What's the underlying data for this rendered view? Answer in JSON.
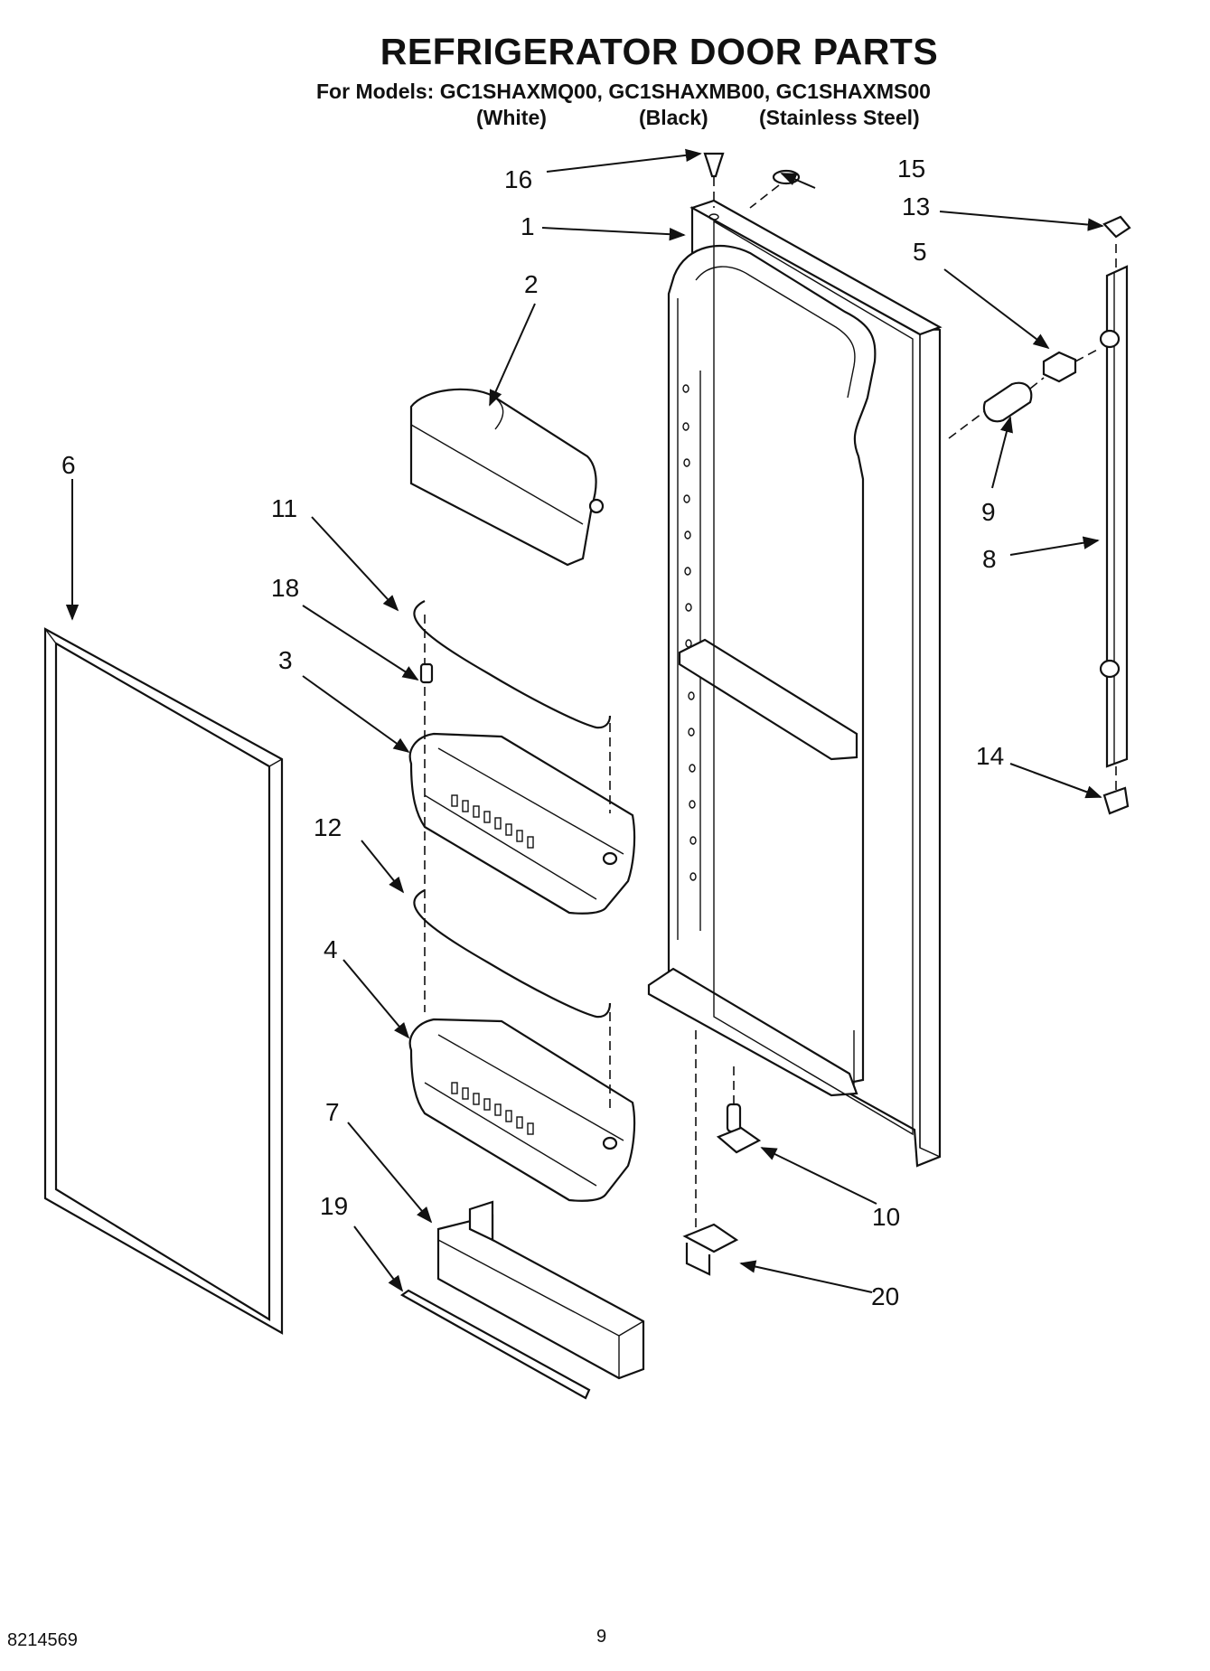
{
  "header": {
    "title": "REFRIGERATOR DOOR PARTS",
    "models_line": "For Models: GC1SHAXMQ00, GC1SHAXMB00, GC1SHAXMS00",
    "variants": [
      "(White)",
      "(Black)",
      "(Stainless Steel)"
    ]
  },
  "callouts": {
    "c1": "1",
    "c2": "2",
    "c3": "3",
    "c4": "4",
    "c5": "5",
    "c6": "6",
    "c7": "7",
    "c8": "8",
    "c9": "9",
    "c10": "10",
    "c11": "11",
    "c12": "12",
    "c13": "13",
    "c14": "14",
    "c15": "15",
    "c16": "16",
    "c18": "18",
    "c19": "19",
    "c20": "20"
  },
  "footer": {
    "doc_number": "8214569",
    "page_number": "9"
  }
}
